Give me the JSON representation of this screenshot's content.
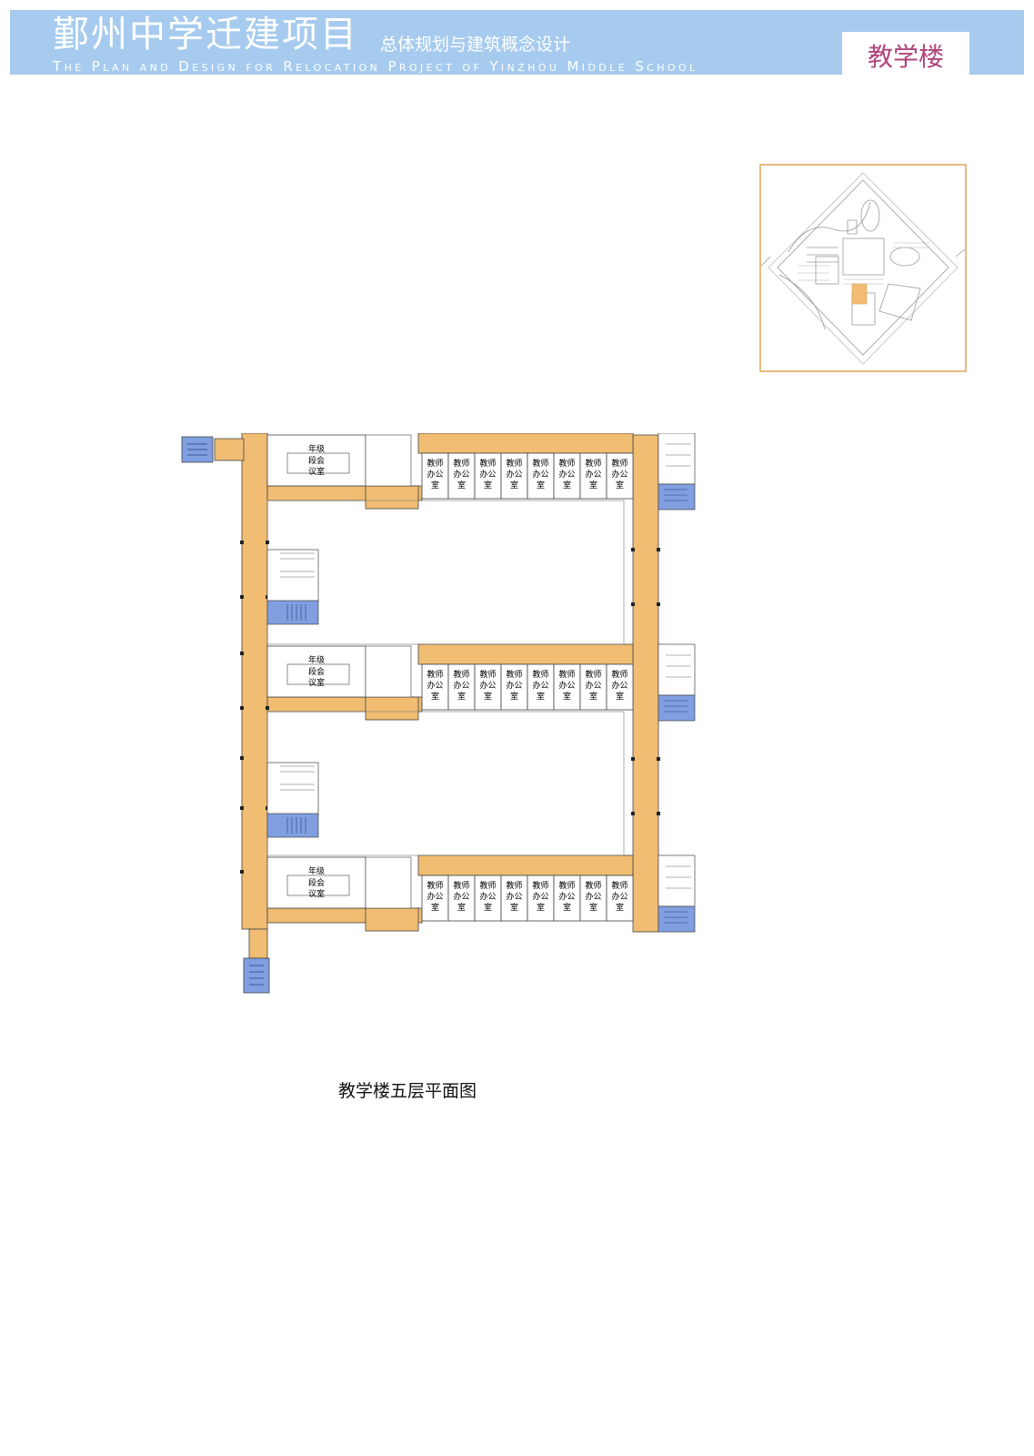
{
  "header": {
    "title_cn": "鄞州中学迁建项目",
    "subtitle_cn": "总体规划与建筑概念设计",
    "title_en": "The Plan and Design for Relocation Project of Yinzhou Middle School",
    "section_tag": "教学楼"
  },
  "plan": {
    "caption": "教学楼五层平面图",
    "meeting_room_lines": [
      "年级",
      "段会",
      "议室"
    ],
    "office_lines": [
      "教师",
      "办公",
      "室"
    ],
    "wings": [
      {
        "office_count": 8
      },
      {
        "office_count": 8
      },
      {
        "office_count": 8
      }
    ]
  },
  "colors": {
    "banner": "#a6cbee",
    "corridor": "#f0bd72",
    "stair": "#7f9fe0",
    "tag_text": "#b0457a",
    "keymap_border": "#e8ba80"
  }
}
